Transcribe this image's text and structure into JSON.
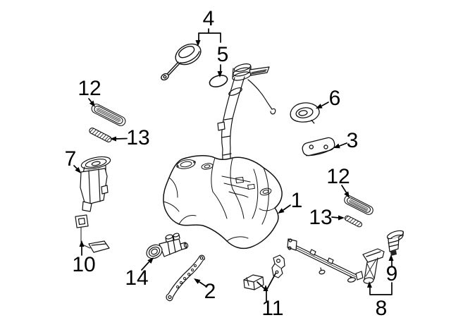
{
  "diagram": {
    "background_color": "#ffffff",
    "line_color": "#111111",
    "label_color": "#000000",
    "callouts": [
      {
        "label": "4"
      },
      {
        "label": "5"
      },
      {
        "label": "6"
      },
      {
        "label": "3"
      },
      {
        "label": "12"
      },
      {
        "label": "13"
      },
      {
        "label": "7"
      },
      {
        "label": "1"
      },
      {
        "label": "12"
      },
      {
        "label": "13"
      },
      {
        "label": "10"
      },
      {
        "label": "14"
      },
      {
        "label": "2"
      },
      {
        "label": "11"
      },
      {
        "label": "8"
      },
      {
        "label": "9"
      }
    ]
  }
}
